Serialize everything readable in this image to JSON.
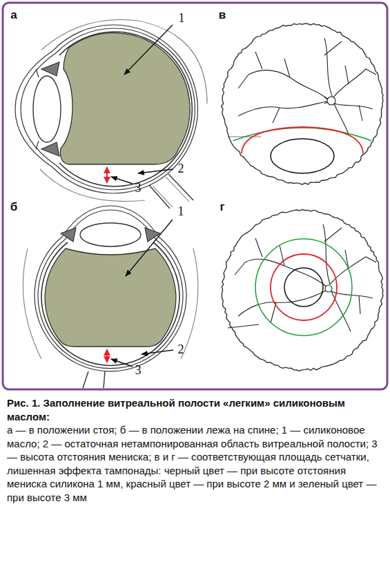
{
  "diagram": {
    "title": "Рис. 1. Заполнение витреальной полости «легким» силиконовым маслом:",
    "caption": "а — в положении стоя; б — в положении лежа на спине; 1 — силиконовое масло; 2 — остаточная нетампонированная область витреальной полости; 3 — высота отстояния мениска; в и г — соответствующая площадь сетчатки, лишенная эффекта тампонады: черный цвет — при высоте отстояния мениска силикона 1 мм, красный цвет — при высоте 2 мм и зеленый цвет — при высоте 3 мм",
    "labels": [
      "а",
      "1",
      "в",
      "2",
      "3",
      "б",
      "1",
      "г",
      "2",
      "3"
    ]
  }
}
